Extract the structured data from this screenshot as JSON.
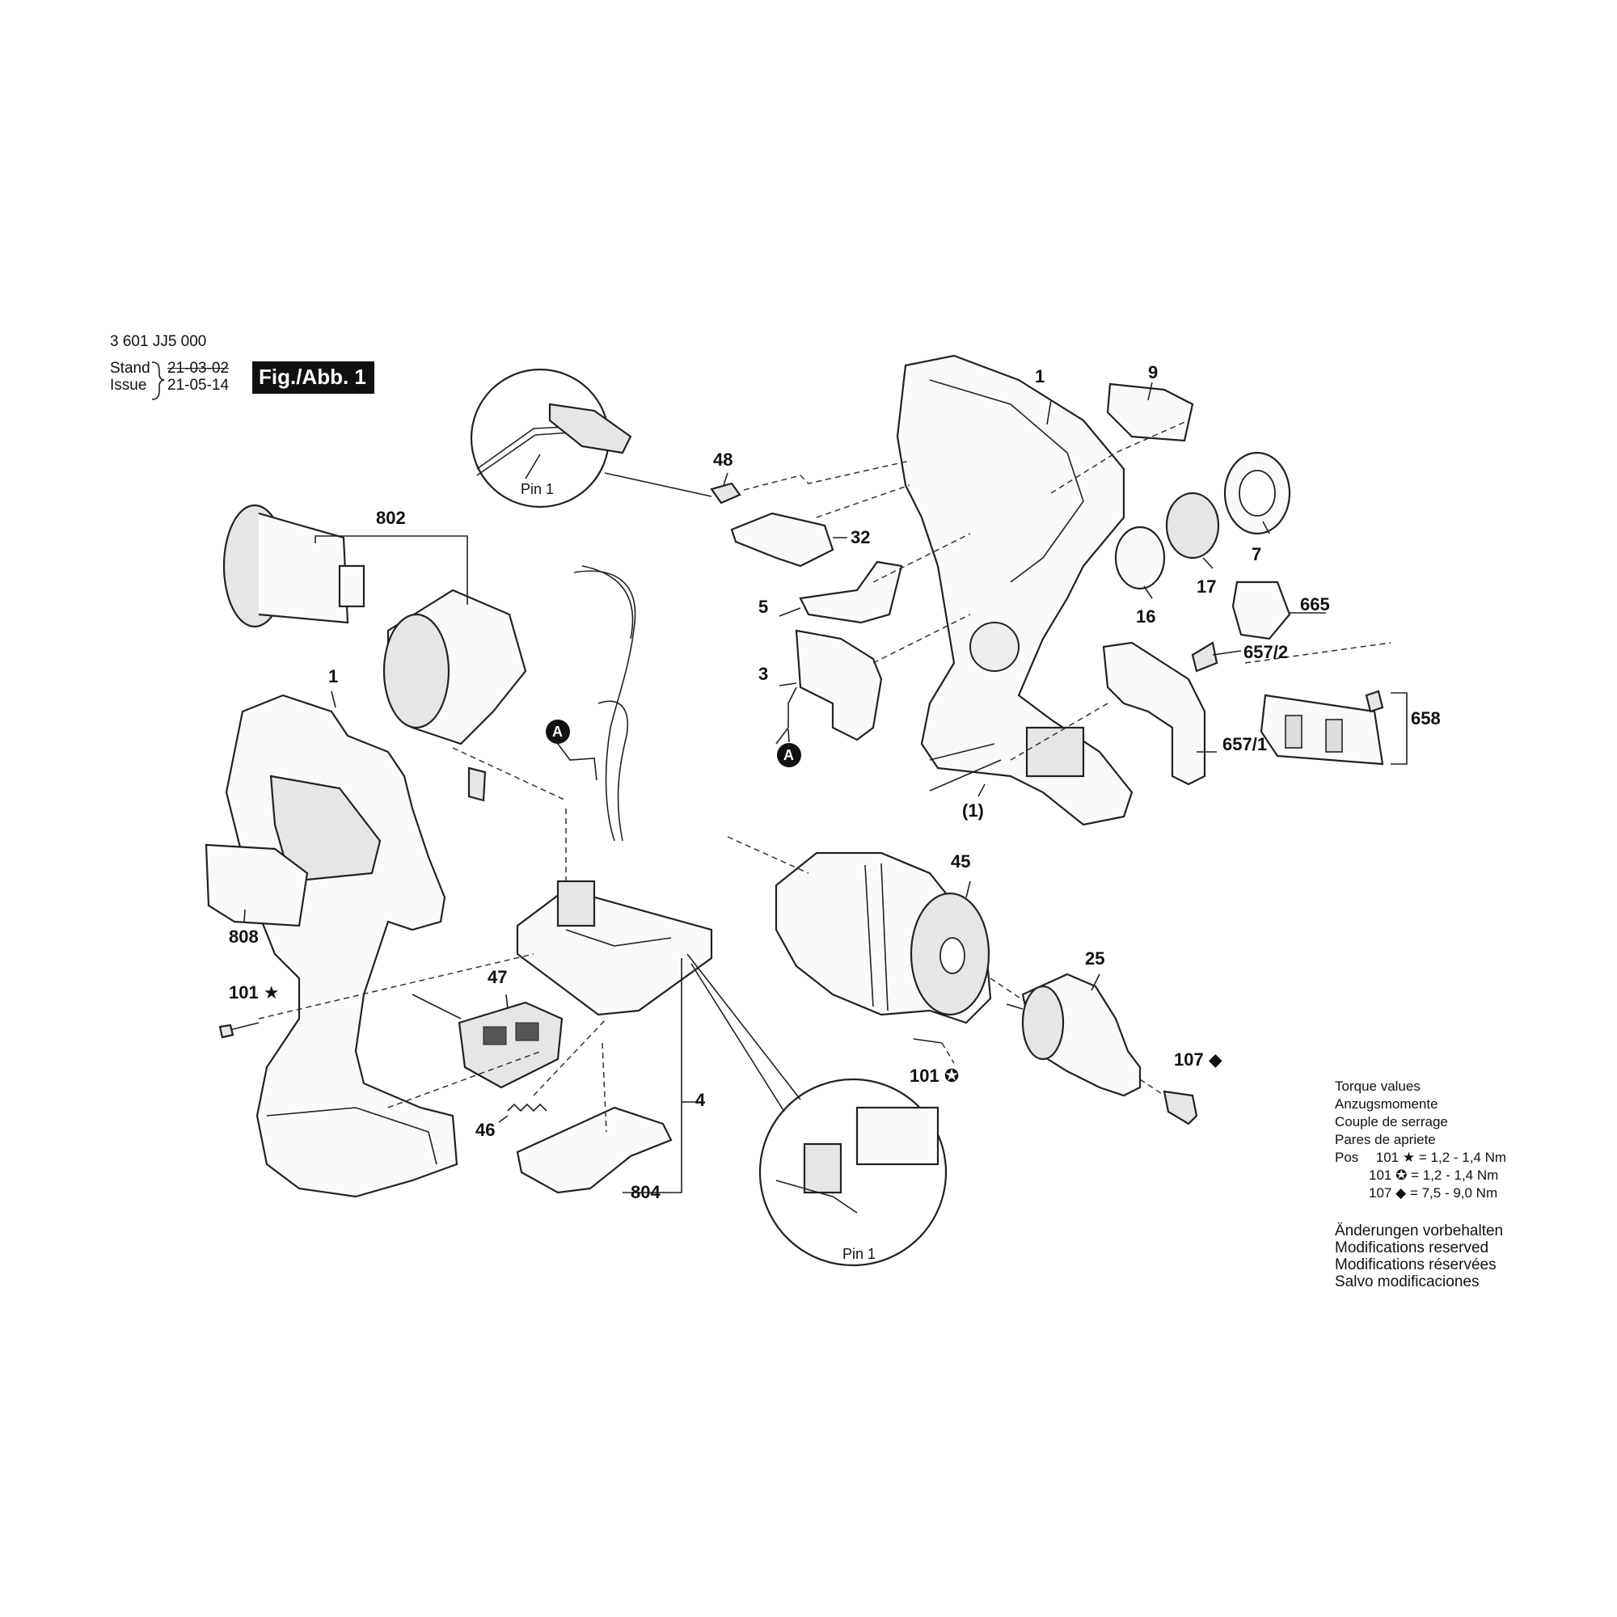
{
  "header": {
    "doc_number": "3 601 JJ5 000",
    "stand_label": "Stand",
    "issue_label": "Issue",
    "stand_date": "21-03-02",
    "issue_date": "21-05-14",
    "figure_label": "Fig./Abb. 1"
  },
  "callouts": {
    "p1_top": "1",
    "p9": "9",
    "p48": "48",
    "p32": "32",
    "p7": "7",
    "p17": "17",
    "p16": "16",
    "p665": "665",
    "p5": "5",
    "p3": "3",
    "p657_2": "657/2",
    "p658": "658",
    "p657_1": "657/1",
    "p1_paren": "(1)",
    "p802": "802",
    "p1_left": "1",
    "p808": "808",
    "p101_star": "101",
    "p47": "47",
    "p4": "4",
    "p46": "46",
    "p804": "804",
    "p45": "45",
    "p25": "25",
    "p101_circ": "101",
    "p107": "107",
    "connector_a": "A",
    "pin1_top": "Pin 1",
    "pin1_bottom": "Pin 1"
  },
  "torque": {
    "heading_lines": [
      "Torque values",
      "Anzugsmomente",
      "Couple de serrage",
      "Pares de apriete"
    ],
    "pos_label": "Pos",
    "rows": [
      {
        "pos": "101",
        "symbol": "star",
        "value": "= 1,2 - 1,4 Nm"
      },
      {
        "pos": "101",
        "symbol": "circled-star",
        "value": "= 1,2 - 1,4 Nm"
      },
      {
        "pos": "107",
        "symbol": "diamond",
        "value": "= 7,5 - 9,0 Nm"
      }
    ]
  },
  "notes": [
    "Änderungen vorbehalten",
    "Modifications reserved",
    "Modifications réservées",
    "Salvo modificaciones"
  ]
}
